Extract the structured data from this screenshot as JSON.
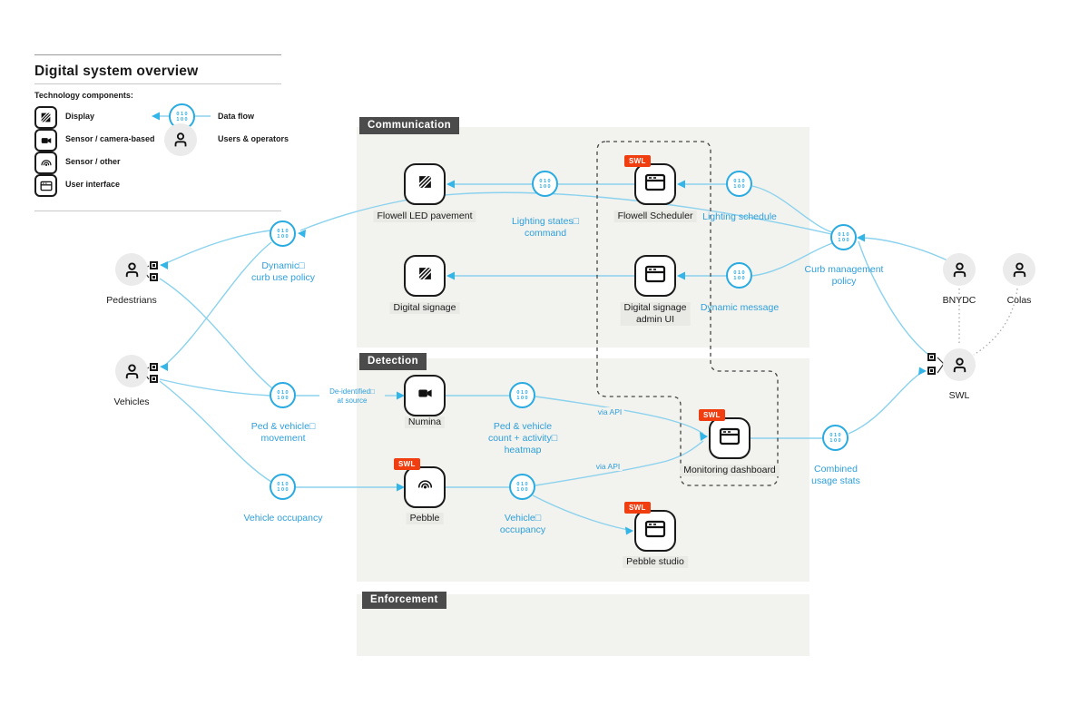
{
  "title": "Digital system overview",
  "colors": {
    "accent_blue": "#29ABE2",
    "label_blue": "#2E9FDB",
    "line_blue": "#8BD2EE",
    "badge_red": "#F03E10",
    "section_header_bg": "#4B4B4B",
    "panel_bg": "#F2F2EE"
  },
  "legend": {
    "heading": "Technology components:",
    "items": [
      {
        "icon": "display-icon",
        "label": "Display"
      },
      {
        "icon": "camera-icon",
        "label": "Sensor / camera-based"
      },
      {
        "icon": "sensor-icon",
        "label": "Sensor / other"
      },
      {
        "icon": "ui-icon",
        "label": "User interface"
      }
    ],
    "data_flow_label": "Data flow",
    "users_label": "Users & operators"
  },
  "sections": {
    "communication": "Communication",
    "detection": "Detection",
    "enforcement": "Enforcement"
  },
  "flow_bits": "010\n100",
  "nodes": {
    "flowell_led": {
      "label": "Flowell LED pavement"
    },
    "digital_signage": {
      "label": "Digital signage"
    },
    "flowell_scheduler": {
      "label": "Flowell Scheduler",
      "badge": "SWL"
    },
    "signage_admin": {
      "label": "Digital signage\nadmin UI"
    },
    "numina": {
      "label": "Numina"
    },
    "pebble": {
      "label": "Pebble",
      "badge": "SWL"
    },
    "monitoring": {
      "label": "Monitoring dashboard",
      "badge": "SWL"
    },
    "pebble_studio": {
      "label": "Pebble studio",
      "badge": "SWL"
    }
  },
  "flows": {
    "lighting_states": "Lighting states□\ncommand",
    "lighting_schedule": "Lighting schedule",
    "dynamic_message": "Dynamic message",
    "dynamic_curb": "Dynamic□\ncurb use policy",
    "curb_mgmt": "Curb management\npolicy",
    "ped_movement": "Ped & vehicle□\nmovement",
    "ped_count": "Ped & vehicle\ncount + activity□\nheatmap",
    "vehicle_occupancy_left": "Vehicle occupancy",
    "vehicle_occupancy_right": "Vehicle□\noccupancy",
    "combined": "Combined\nusage stats"
  },
  "actors": {
    "pedestrians": "Pedestrians",
    "vehicles": "Vehicles",
    "bnydc": "BNYDC",
    "colas": "Colas",
    "swl": "SWL"
  },
  "line_labels": {
    "deidentified": "De-identified□\nat source",
    "via_api": "via API"
  }
}
